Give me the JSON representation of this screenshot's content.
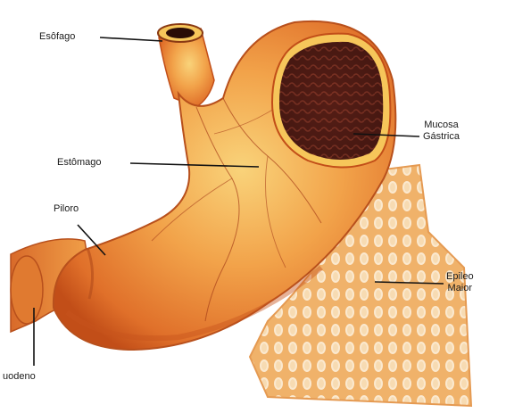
{
  "labels": {
    "esofago": "Esôfago",
    "mucosa_line1": "Mucosa",
    "mucosa_line2": "Gástrica",
    "estomago": "Estômago",
    "piloro": "Piloro",
    "epileo_line1": "Epileo",
    "epileo_line2": "Maior",
    "duodeno": "uodeno"
  },
  "colors": {
    "stomach_light": "#f6c65a",
    "stomach_mid": "#f0913a",
    "stomach_dark": "#d85a1e",
    "mucosa": "#4a1a14",
    "omentum": "#f3c189",
    "leader_line": "#111111"
  }
}
